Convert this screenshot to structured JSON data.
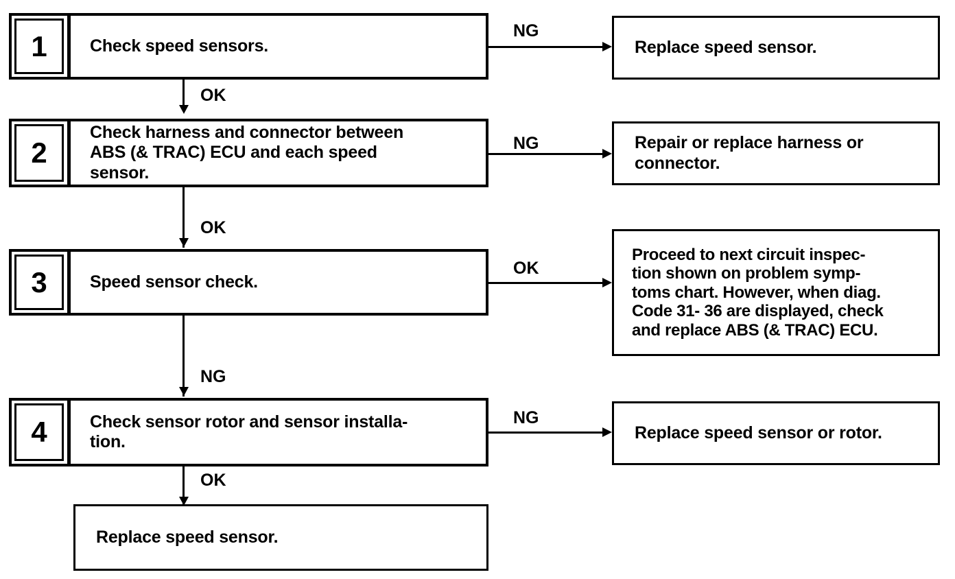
{
  "diagram": {
    "type": "troubleshooting-flowchart",
    "steps": [
      {
        "number": "1",
        "text": "Check speed sensors.",
        "branch_label": "NG",
        "branch_result": "Replace speed sensor.",
        "next_label": "OK"
      },
      {
        "number": "2",
        "text": "Check harness and connector between ABS (& TRAC) ECU and each speed sensor.",
        "branch_label": "NG",
        "branch_result": "Repair or replace harness or connector.",
        "next_label": "OK"
      },
      {
        "number": "3",
        "text": "Speed sensor check.",
        "branch_label": "OK",
        "branch_result": "Proceed to next circuit inspection shown on problem symptoms chart. However, when diag. Code 31- 36 are displayed, check and replace ABS (& TRAC) ECU.",
        "next_label": "NG"
      },
      {
        "number": "4",
        "text": "Check sensor rotor and sensor installation.",
        "branch_label": "NG",
        "branch_result": "Replace speed sensor or rotor.",
        "next_label": "OK"
      }
    ],
    "final_box": {
      "text": "Replace speed sensor."
    },
    "step_texts": {
      "s1_line1": "Check speed sensors.",
      "s2_line1": "Check harness and connector between",
      "s2_line2": "ABS (& TRAC) ECU and each speed",
      "s2_line3": "sensor.",
      "s3_line1": "Speed sensor check.",
      "s4_line1": "Check sensor rotor and sensor installa-",
      "s4_line2": "tion."
    },
    "result_texts": {
      "r1_line1": "Replace speed sensor.",
      "r2_line1": "Repair or replace harness or",
      "r2_line2": "connector.",
      "r3_line1": "Proceed to next circuit inspec-",
      "r3_line2": "tion shown on problem symp-",
      "r3_line3": "toms chart. However, when diag.",
      "r3_line4": "Code 31- 36 are displayed, check",
      "r3_line5": "and replace  ABS (& TRAC) ECU.",
      "r4_line1": "Replace speed sensor or rotor."
    },
    "labels": {
      "ng_1": "NG",
      "ok_1_2": "OK",
      "ng_2": "NG",
      "ok_2_3": "OK",
      "ok_3": "OK",
      "ng_3_4": "NG",
      "ng_4": "NG",
      "ok_4_final": "OK"
    },
    "colors": {
      "line": "#000000",
      "background": "#ffffff",
      "text": "#000000"
    }
  }
}
